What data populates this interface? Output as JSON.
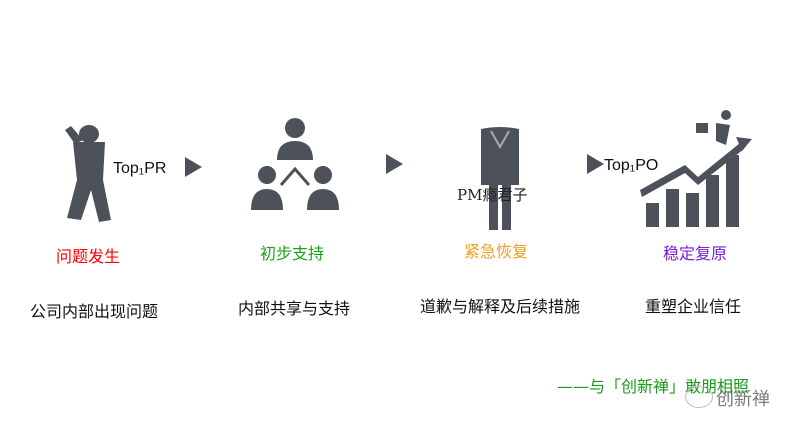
{
  "steps": [
    {
      "title": "问题发生",
      "title_color": "#ff0000",
      "desc": "公司内部出现问题"
    },
    {
      "title": "初步支持",
      "title_color": "#1aa31a",
      "desc": "内部共享与支持"
    },
    {
      "title": "紧急恢复",
      "title_color": "#f0a020",
      "desc": "道歉与解释及后续措施"
    },
    {
      "title": "稳定复原",
      "title_color": "#7a1fd6",
      "desc": "重塑企业信任"
    }
  ],
  "overlays": {
    "top1pr": "Top₁PR",
    "top1po": "Top₁PO",
    "pm": "PM瘾君子"
  },
  "tagline": "——与「创新禅」敢朋相照",
  "watermark": "创新禅",
  "icon_color": "#4d525a"
}
